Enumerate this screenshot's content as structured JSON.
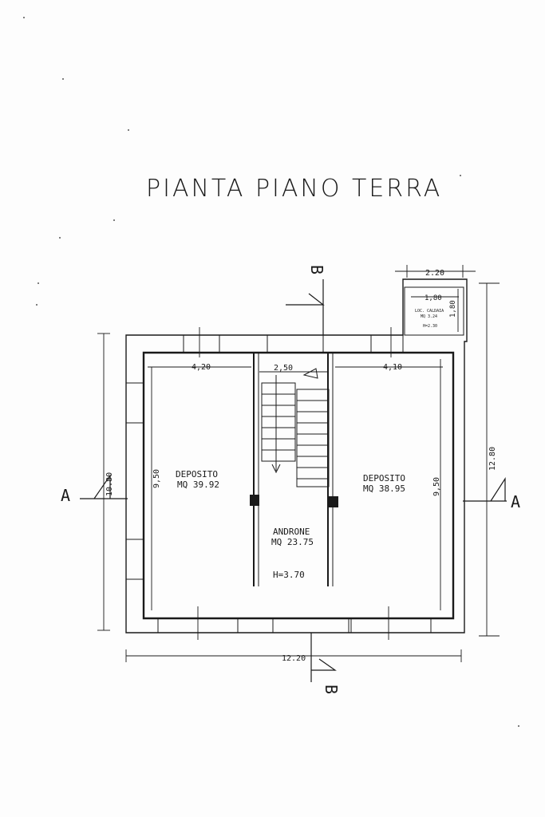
{
  "title": "PIANTA PIANO TERRA",
  "rooms": {
    "left": {
      "name": "DEPOSITO",
      "area": "MQ 39.92"
    },
    "right": {
      "name": "DEPOSITO",
      "area": "MQ 38.95"
    },
    "center": {
      "name": "ANDRONE",
      "area": "MQ 23.75",
      "height": "H=3.70"
    },
    "boiler": {
      "name": "LOC. CALDAIA",
      "area": "MQ 3.24",
      "height": "H=2.30"
    }
  },
  "dimensions": {
    "width_left": "4,20",
    "width_center": "2,50",
    "width_right": "4,10",
    "depth_left": "9,50",
    "depth_right": "9,50",
    "overall_left": "10.80",
    "overall_right": "12.80",
    "overall_bottom": "12.20",
    "boiler_outer": "2.20",
    "boiler_inner": "1,80",
    "boiler_side": "1,80"
  },
  "sections": {
    "a_left": "A",
    "a_right": "A",
    "b_top": "B",
    "b_bottom": "B"
  }
}
